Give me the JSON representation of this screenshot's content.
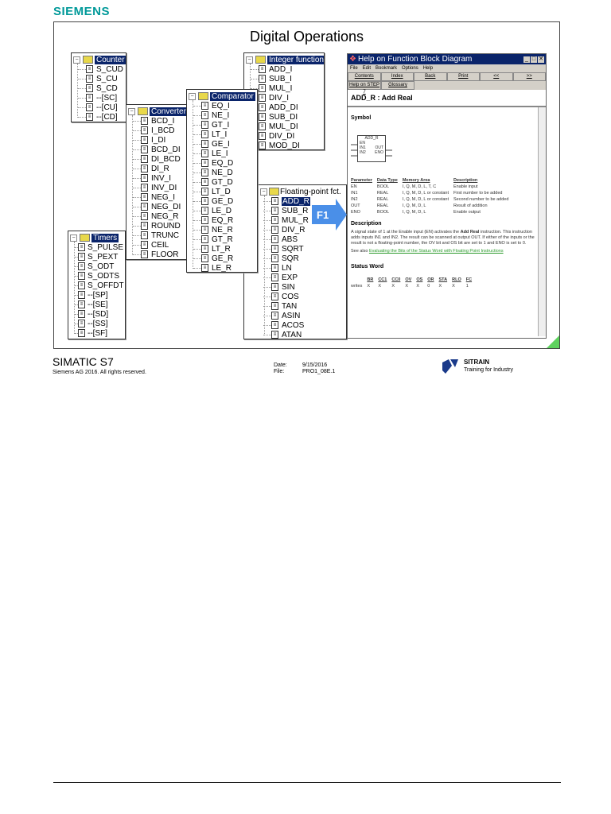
{
  "logo": "SIEMENS",
  "slide_title": "Digital Operations",
  "trees": {
    "counter": {
      "label": "Counter",
      "icon": "counter-folder-icon",
      "items": [
        "S_CUD",
        "S_CU",
        "S_CD",
        "--[SC]",
        "--[CU]",
        "--[CD]"
      ]
    },
    "timers": {
      "label": "Timers",
      "icon": "timer-folder-icon",
      "items": [
        "S_PULSE",
        "S_PEXT",
        "S_ODT",
        "S_ODTS",
        "S_OFFDT",
        "--[SP]",
        "--[SE]",
        "--[SD]",
        "--[SS]",
        "--[SF]"
      ]
    },
    "converter": {
      "label": "Converter",
      "icon": "converter-folder-icon",
      "items": [
        "BCD_I",
        "I_BCD",
        "I_DI",
        "BCD_DI",
        "DI_BCD",
        "DI_R",
        "INV_I",
        "INV_DI",
        "NEG_I",
        "NEG_DI",
        "NEG_R",
        "ROUND",
        "TRUNC",
        "CEIL",
        "FLOOR"
      ]
    },
    "comparator": {
      "label": "Comparator",
      "icon": "comparator-folder-icon",
      "items": [
        "EQ_I",
        "NE_I",
        "GT_I",
        "LT_I",
        "GE_I",
        "LE_I",
        "EQ_D",
        "NE_D",
        "GT_D",
        "LT_D",
        "GE_D",
        "LE_D",
        "EQ_R",
        "NE_R",
        "GT_R",
        "LT_R",
        "GE_R",
        "LE_R"
      ]
    },
    "integer": {
      "label": "Integer function",
      "icon": "integer-folder-icon",
      "items": [
        "ADD_I",
        "SUB_I",
        "MUL_I",
        "DIV_I",
        "ADD_DI",
        "SUB_DI",
        "MUL_DI",
        "DIV_DI",
        "MOD_DI"
      ]
    },
    "floating": {
      "label": "Floating-point fct.",
      "icon": "floating-folder-icon",
      "selected": "ADD_R",
      "items": [
        "ADD_R",
        "SUB_R",
        "MUL_R",
        "DIV_R",
        "ABS",
        "SQRT",
        "SQR",
        "LN",
        "EXP",
        "SIN",
        "COS",
        "TAN",
        "ASIN",
        "ACOS",
        "ATAN"
      ]
    }
  },
  "arrow_label": "F1",
  "help": {
    "title": "Help on Function Block Diagram",
    "menu": [
      "File",
      "Edit",
      "Bookmark",
      "Options",
      "Help"
    ],
    "buttons": [
      "Contents",
      "Index",
      "Back",
      "Print",
      "<<",
      ">>"
    ],
    "buttons2": [
      "Help on STEP 7",
      "Glossary"
    ],
    "heading": "ADD_R : Add Real",
    "symbol_heading": "Symbol",
    "symbol": {
      "name": "ADD_R",
      "en": "EN",
      "in1": "IN1",
      "in2": "IN2",
      "out": "OUT",
      "eno": "ENO"
    },
    "param_headers": [
      "Parameter",
      "Data Type",
      "Memory Area",
      "Description"
    ],
    "params": [
      [
        "EN",
        "BOOL",
        "I, Q, M, D, L, T, C",
        "Enable input"
      ],
      [
        "IN1",
        "REAL",
        "I, Q, M, D, L or constant",
        "First number to be added"
      ],
      [
        "IN2",
        "REAL",
        "I, Q, M, D, L or constant",
        "Second number to be added"
      ],
      [
        "OUT",
        "REAL",
        "I, Q, M, D, L",
        "Result of addition"
      ],
      [
        "ENO",
        "BOOL",
        "I, Q, M, D, L",
        "Enable output"
      ]
    ],
    "description_heading": "Description",
    "description_1": "A signal state of 1 at the Enable input (EN) activates the ",
    "description_bold": "Add Real",
    "description_2": " instruction. This instruction adds inputs IN1 and IN2. The result can be scanned at output OUT. If either of the inputs or the result is not a floating-point number, the OV bit and OS bit are set to 1 and ENO is set to 0.",
    "see_also": "See also ",
    "see_also_link": "Evaluating the Bits of the Status Word with Floating Point Instructions",
    "status_heading": "Status Word",
    "status_headers": [
      "",
      "BR",
      "CC1",
      "CC0",
      "OV",
      "OS",
      "OR",
      "STA",
      "RLO",
      "FC"
    ],
    "status_row": [
      "writes",
      "X",
      "X",
      "X",
      "X",
      "X",
      "0",
      "X",
      "X",
      "1"
    ]
  },
  "footer": {
    "product": "SIMATIC S7",
    "copyright": "Siemens AG 2016. All rights reserved.",
    "date_label": "Date:",
    "date": "9/15/2016",
    "file_label": "File:",
    "file": "PRO1_08E.1",
    "brand": "SITRAIN",
    "brand_sub": "Training for Industry"
  },
  "colors": {
    "siemens": "#009999",
    "selection": "#0a246a",
    "arrow": "#4a8fe8"
  }
}
